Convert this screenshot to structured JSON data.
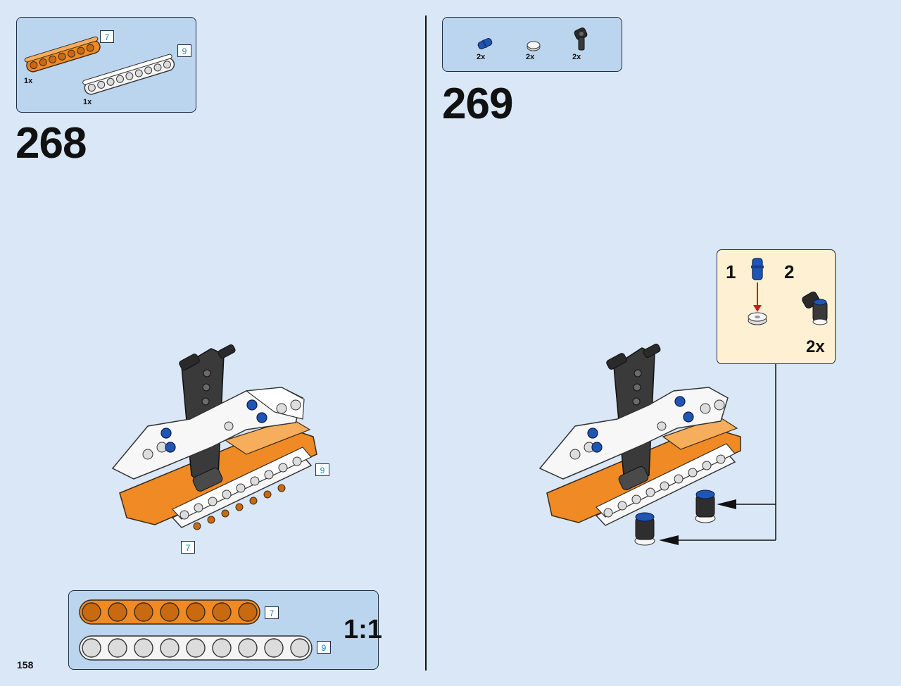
{
  "page_number": "158",
  "steps": [
    {
      "number": "268",
      "parts": [
        {
          "name": "orange beam",
          "length": "7",
          "qty": "1x"
        },
        {
          "name": "white beam",
          "length": "9",
          "qty": "1x"
        }
      ],
      "tags": [
        "9",
        "7"
      ]
    },
    {
      "number": "269",
      "parts": [
        {
          "name": "blue pin",
          "qty": "2x"
        },
        {
          "name": "white bush",
          "qty": "2x"
        },
        {
          "name": "black pin connector",
          "qty": "2x"
        }
      ],
      "callout": {
        "sub1": "1",
        "sub2": "2",
        "qty": "2x"
      }
    }
  ],
  "ruler": {
    "orange_length": "7",
    "white_length": "9",
    "ratio": "1:1"
  },
  "colors": {
    "background": "#d9e7f7",
    "parts_box": "#bcd5ee",
    "callout": "#fdf0d3",
    "orange": "#f08a24",
    "length_tag_text": "#1a8ab8"
  }
}
